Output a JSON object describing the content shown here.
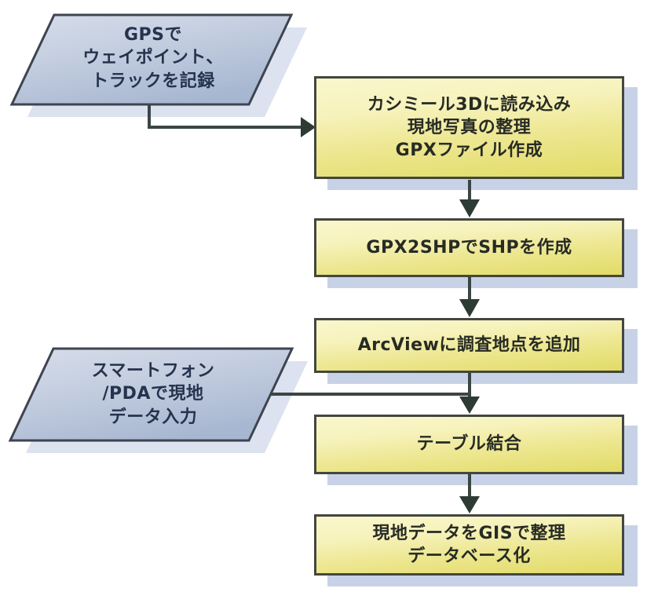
{
  "palette": {
    "background": "#ffffff",
    "process_fill_top": "#F9F6CC",
    "process_fill_bottom": "#E2DB66",
    "process_border": "#43473F",
    "process_shadow": "#C8D2E7",
    "input_fill_top": "#D7DDEA",
    "input_fill_bottom": "#A8B7D1",
    "input_border": "#3E4450",
    "input_shadow": "#DCE2F0",
    "arrow_line": "#3A4642",
    "arrow_head": "#2E3B35",
    "process_text": "#272B24",
    "input_text": "#26334E"
  },
  "flowchart": {
    "inputs": [
      {
        "label": "GPSで\nウェイポイント、\nトラックを記録"
      },
      {
        "label": "スマートフォン\n/PDAで現地\nデータ入力"
      }
    ],
    "steps": [
      {
        "label": "カシミール3Dに読み込み\n現地写真の整理\nGPXファイル作成"
      },
      {
        "label": "GPX2SHPでSHPを作成"
      },
      {
        "label": "ArcViewに調査地点を追加"
      },
      {
        "label": "テーブル結合"
      },
      {
        "label": "現地データをGISで整理\nデータベース化"
      }
    ]
  }
}
